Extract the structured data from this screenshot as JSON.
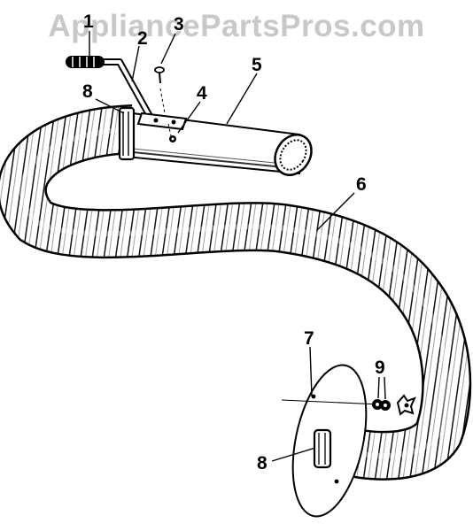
{
  "watermark": "AppliancePartsPros.com",
  "callouts": {
    "c1": "1",
    "c2": "2",
    "c3": "3",
    "c4": "4",
    "c5": "5",
    "c6": "6",
    "c7": "7",
    "c8_top": "8",
    "c8_bottom": "8",
    "c9": "9"
  }
}
